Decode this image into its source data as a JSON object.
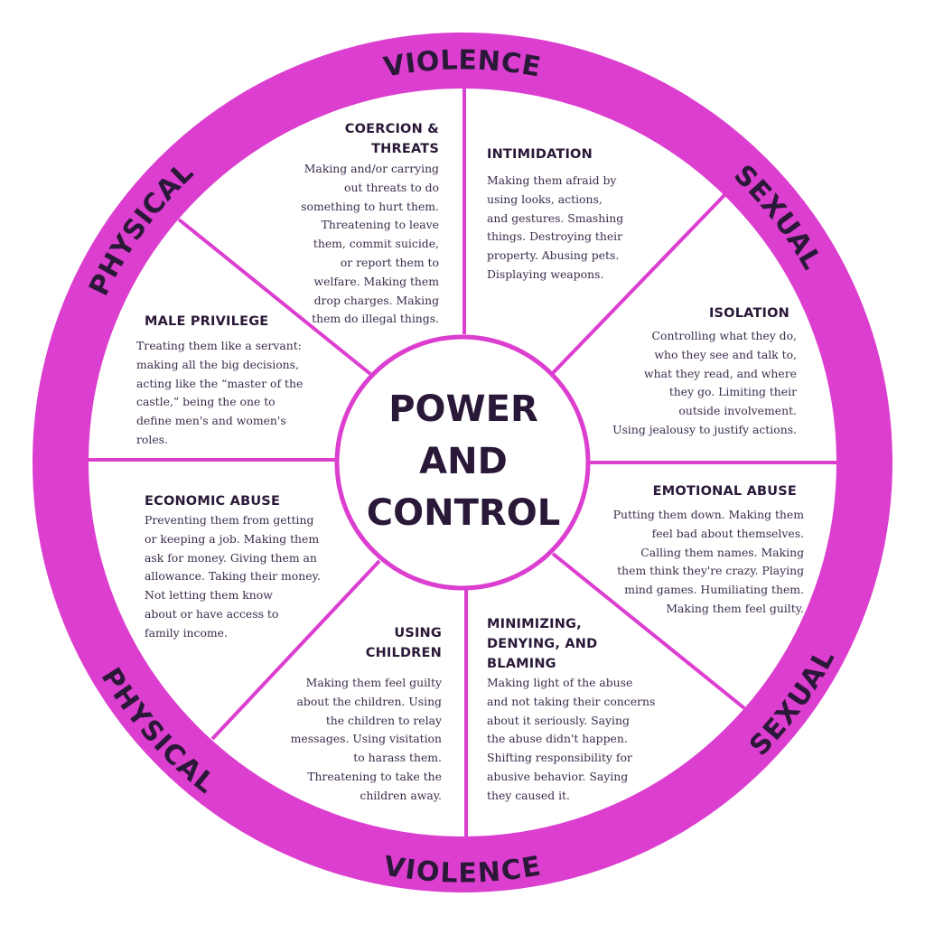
{
  "center": {
    "lines": [
      "POWER",
      "AND",
      "CONTROL"
    ]
  },
  "ring_labels": {
    "top": "VIOLENCE",
    "top_left": "PHYSICAL",
    "top_right": "SEXUAL",
    "bottom": "VIOLENCE",
    "bottom_left": "PHYSICAL",
    "bottom_right": "SEXUAL"
  },
  "colors": {
    "ring": "#dc3ecf",
    "text": "#2a1838",
    "body_text": "#3b2a4a",
    "background": "#ffffff"
  },
  "sections": {
    "coercion": {
      "title": "COERCION &\nTHREATS",
      "text": "Making and/or carrying\nout threats to do\nsomething to hurt them.\nThreatening to leave\nthem, commit suicide,\nor report them to\nwelfare. Making them\ndrop charges. Making\nthem do illegal things."
    },
    "intimidation": {
      "title": "INTIMIDATION",
      "text": "Making them afraid by\nusing looks, actions,\nand gestures. Smashing\nthings. Destroying their\nproperty. Abusing pets.\nDisplaying weapons."
    },
    "isolation": {
      "title": "ISOLATION",
      "text": "Controlling what they do,\nwho they see and talk to,\nwhat they read, and where\nthey go. Limiting their\noutside involvement.\nUsing jealousy to justify actions."
    },
    "emotional": {
      "title": "EMOTIONAL ABUSE",
      "text": "Putting them down. Making them\nfeel bad about themselves.\nCalling them names. Making\nthem think they're crazy. Playing\nmind games. Humiliating them.\nMaking them feel guilty."
    },
    "minimizing": {
      "title": "MINIMIZING,\nDENYING, AND\nBLAMING",
      "text": "Making light of the abuse\nand not taking their concerns\nabout it seriously. Saying\nthe abuse didn't happen.\nShifting responsibility for\nabusive behavior. Saying\nthey caused it."
    },
    "children": {
      "title": "USING\nCHILDREN",
      "text": "Making them feel guilty\nabout the children. Using\nthe children to relay\nmessages. Using visitation\nto harass them.\nThreatening to take the\nchildren away."
    },
    "economic": {
      "title": "ECONOMIC ABUSE",
      "text": "Preventing them from getting\nor keeping a job. Making them\nask for money. Giving them an\nallowance. Taking their money.\nNot letting them know\nabout or have access to\nfamily income."
    },
    "male_privilege": {
      "title": "MALE PRIVILEGE",
      "text": "Treating them like a servant:\nmaking all the big decisions,\nacting like the “master of the\ncastle,” being the one to\ndefine men's and women's\nroles."
    }
  }
}
